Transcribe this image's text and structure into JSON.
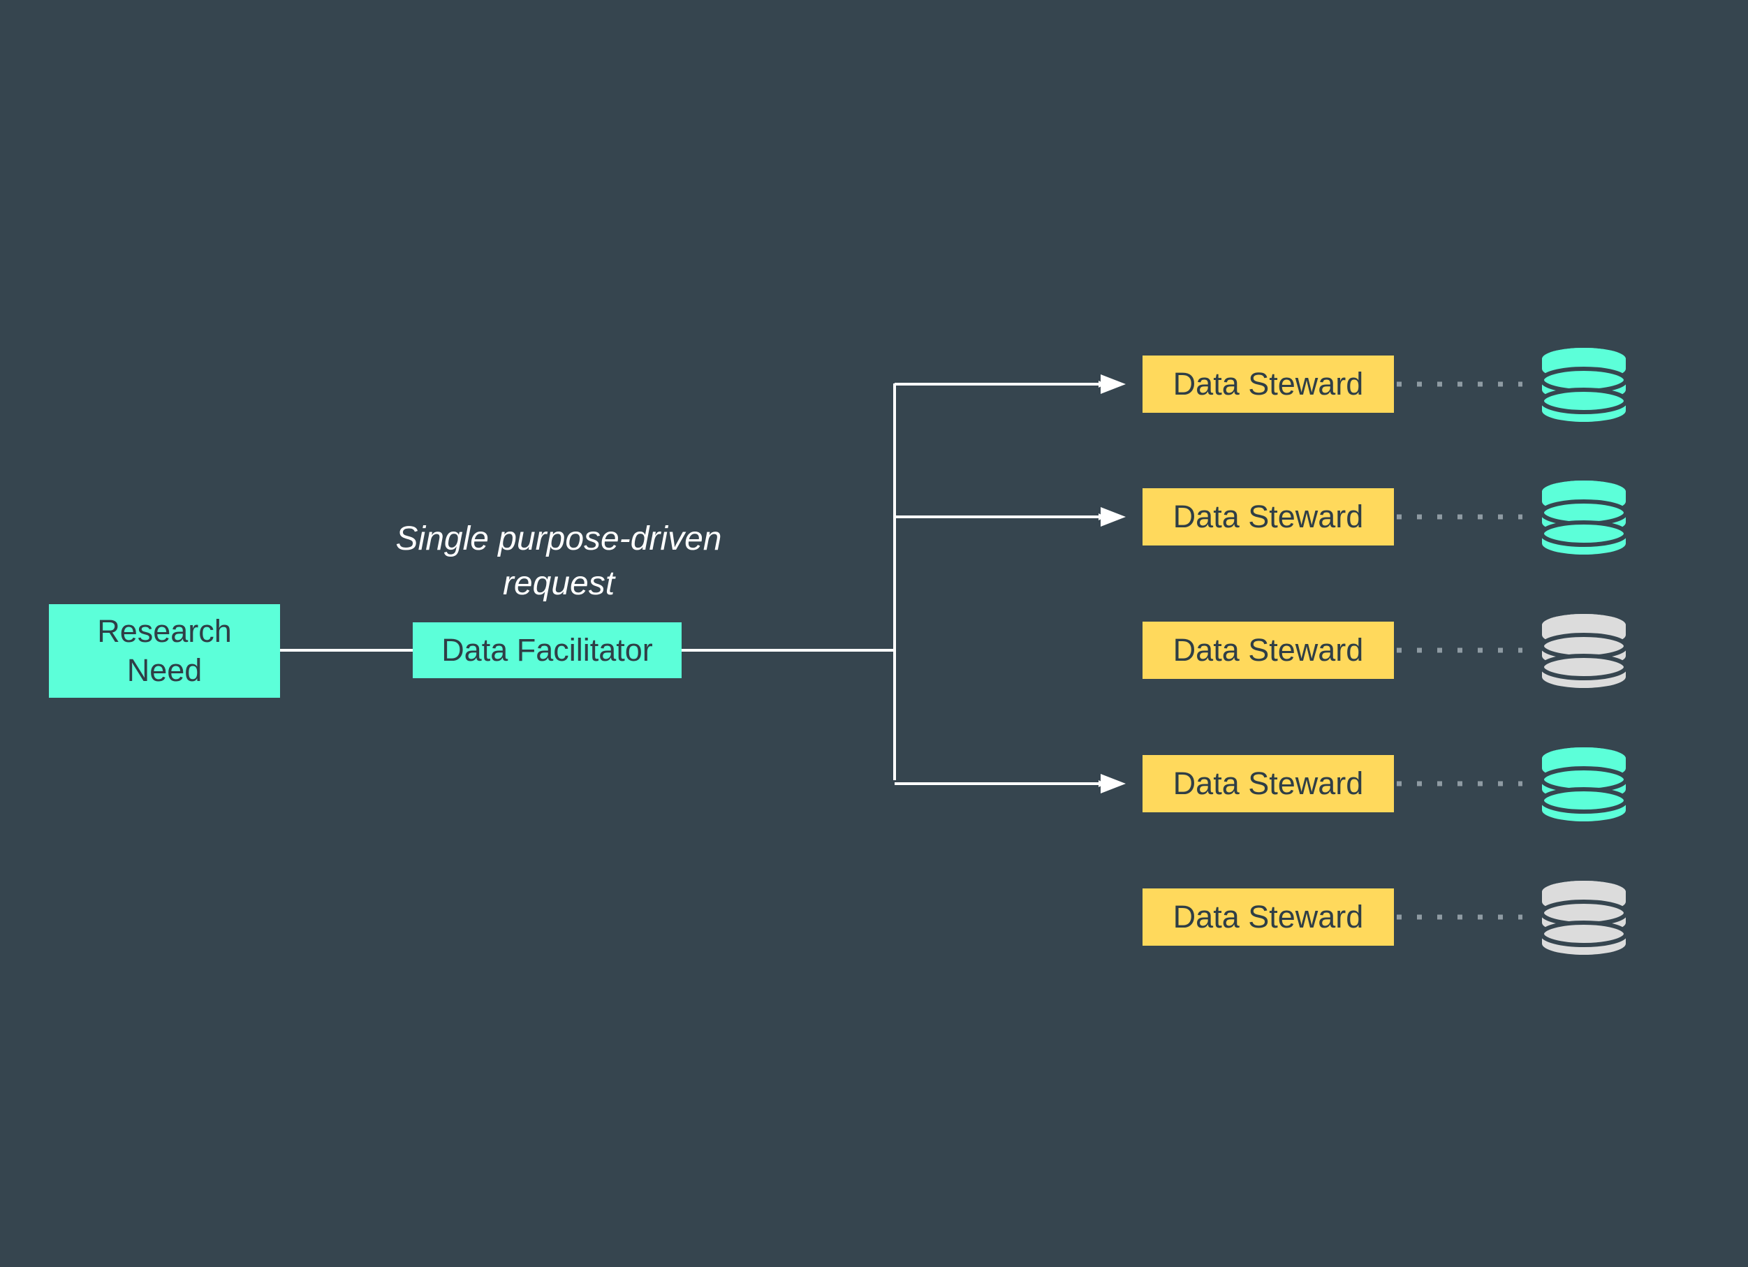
{
  "diagram": {
    "research_need": "Research\nNeed",
    "caption": "Single purpose-driven\nrequest",
    "facilitator": "Data Facilitator",
    "stewards": [
      {
        "label": "Data Steward",
        "db_state": "active",
        "arrow": true
      },
      {
        "label": "Data Steward",
        "db_state": "active",
        "arrow": true
      },
      {
        "label": "Data Steward",
        "db_state": "inactive",
        "arrow": false
      },
      {
        "label": "Data Steward",
        "db_state": "active",
        "arrow": true
      },
      {
        "label": "Data Steward",
        "db_state": "inactive",
        "arrow": false
      }
    ],
    "icons": {
      "database": "database-icon"
    }
  },
  "colors": {
    "background": "#36454f",
    "facilitator_fill": "#5cffd9",
    "steward_fill": "#ffd95c",
    "db_active": "#5cffd9",
    "db_inactive": "#dcdcdc",
    "connector": "#ffffff",
    "dotted": "#8f9ba3"
  }
}
